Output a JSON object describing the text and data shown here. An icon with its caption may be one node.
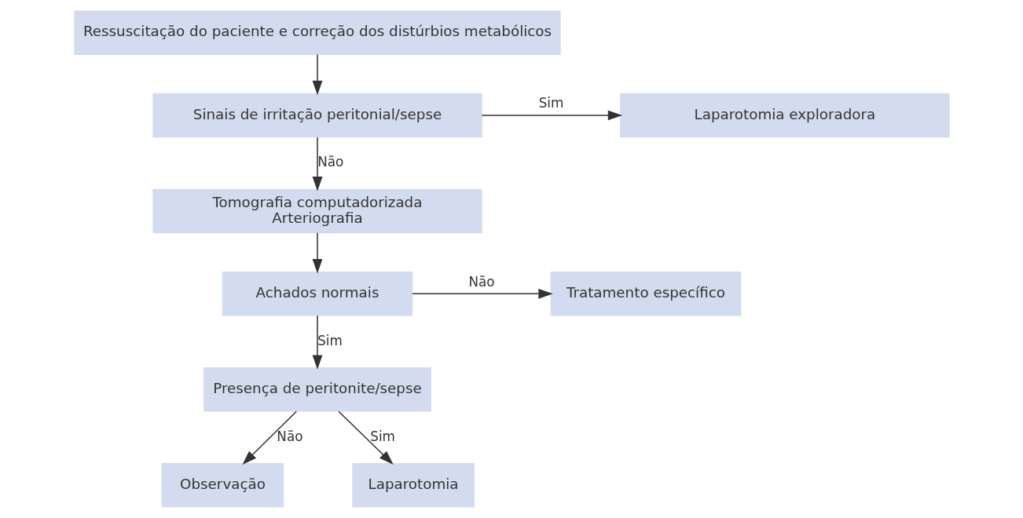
{
  "diagram": {
    "nodes": [
      {
        "text": [
          "Ressuscitação do paciente e correção dos distúrbios metabólicos"
        ]
      },
      {
        "text": [
          "Sinais de irritação peritonial/sepse"
        ]
      },
      {
        "text": [
          "Laparotomia exploradora"
        ]
      },
      {
        "text": [
          "Tomografia computadorizada",
          "Arteriografia"
        ]
      },
      {
        "text": [
          "Achados normais"
        ]
      },
      {
        "text": [
          "Tratamento específico"
        ]
      },
      {
        "text": [
          "Presença de peritonite/sepse"
        ]
      },
      {
        "text": [
          "Observação"
        ]
      },
      {
        "text": [
          "Laparotomia"
        ]
      }
    ],
    "edges": [
      {
        "from": 0,
        "to": 1,
        "arrow": "to"
      },
      {
        "from": 1,
        "to": 2,
        "arrow": "to",
        "label": "Sim"
      },
      {
        "from": 1,
        "to": 3,
        "arrow": "to",
        "label": "Não"
      },
      {
        "from": 3,
        "to": 4,
        "arrow": "to"
      },
      {
        "from": 4,
        "to": 5,
        "arrow": "to",
        "label": "Não"
      },
      {
        "from": 4,
        "to": 6,
        "arrow": "to",
        "label": "Sim"
      },
      {
        "from": 6,
        "to": 7,
        "arrow": "to",
        "label": "Não"
      },
      {
        "from": 6,
        "to": 8,
        "arrow": "to",
        "label": "Sim"
      }
    ]
  }
}
